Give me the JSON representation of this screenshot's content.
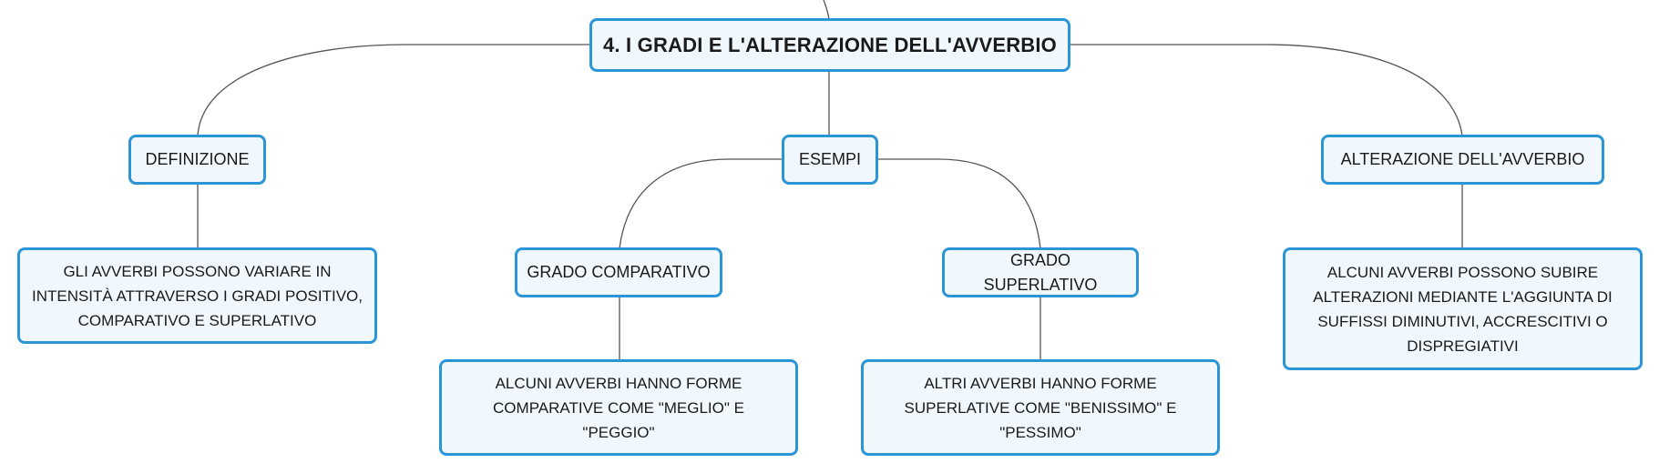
{
  "map": {
    "root": {
      "label": "4. I GRADI E L'ALTERAZIONE DELL'AVVERBIO"
    },
    "branches": {
      "definizione": {
        "label": "DEFINIZIONE",
        "detail": "GLI AVVERBI POSSONO VARIARE IN INTENSITÀ ATTRAVERSO I GRADI POSITIVO, COMPARATIVO E SUPERLATIVO"
      },
      "esempi": {
        "label": "ESEMPI",
        "comparativo": {
          "label": "GRADO COMPARATIVO",
          "detail": "ALCUNI AVVERBI HANNO FORME COMPARATIVE COME \"MEGLIO\" E \"PEGGIO\""
        },
        "superlativo": {
          "label": "GRADO SUPERLATIVO",
          "detail": "ALTRI AVVERBI HANNO FORME SUPERLATIVE COME \"BENISSIMO\" E \"PESSIMO\""
        }
      },
      "alterazione": {
        "label": "ALTERAZIONE DELL'AVVERBIO",
        "detail": "ALCUNI AVVERBI POSSONO SUBIRE ALTERAZIONI MEDIANTE L'AGGIUNTA DI SUFFISSI DIMINUTIVI, ACCRESCITIVI O DISPREGIATIVI"
      }
    }
  },
  "colors": {
    "node_border": "#2b95d6",
    "node_fill": "#f0f7fd",
    "connector": "#555555"
  }
}
